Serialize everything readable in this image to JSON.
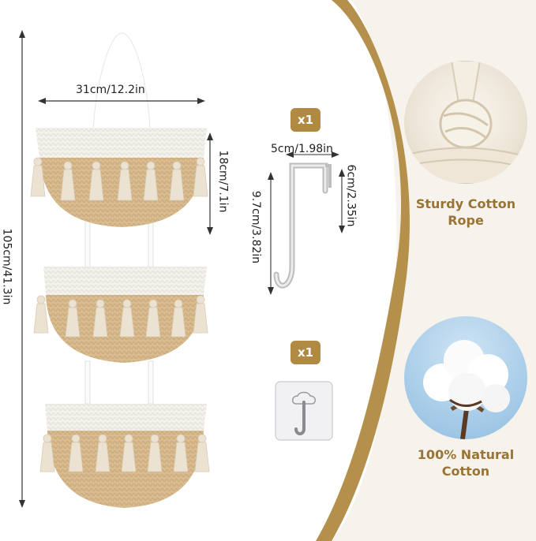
{
  "dimensions": {
    "total_height": "105cm/41.3in",
    "basket_width": "31cm/12.2in",
    "basket_height": "18cm/7.1in",
    "hook_width": "5cm/1.98in",
    "hook_height": "9.7cm/3.82in",
    "hook_depth": "6cm/2.35in"
  },
  "accessories": {
    "over_door_hook_qty": "x1",
    "adhesive_hook_qty": "x1"
  },
  "features": [
    {
      "label_line1": "Sturdy Cotton",
      "label_line2": "Rope"
    },
    {
      "label_line1": "100% Natural",
      "label_line2": "Cotton"
    }
  ],
  "colors": {
    "accent_gold": "#b08a42",
    "label_brown": "#9a7434",
    "panel_cream": "#f5f1ea",
    "basket_tan": "#d6b88c",
    "basket_white": "#f4f2ee"
  }
}
